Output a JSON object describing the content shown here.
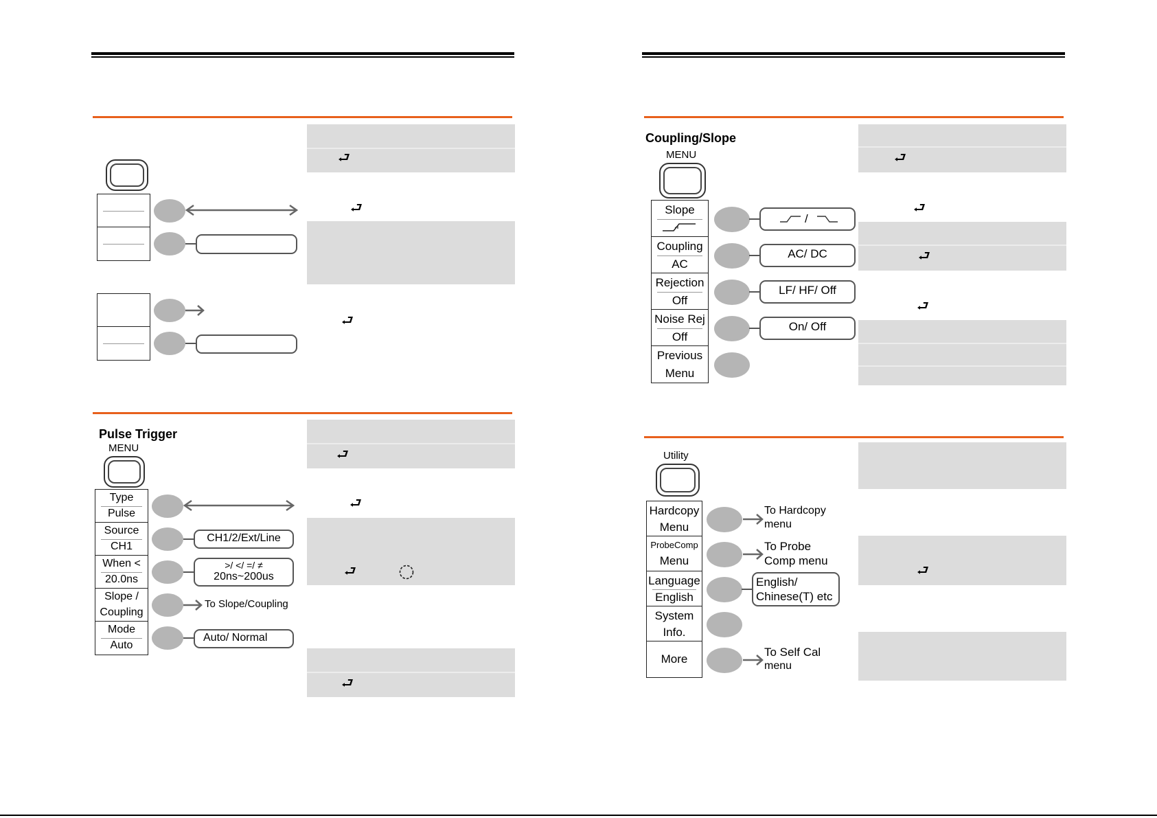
{
  "left_page": {
    "section1": {
      "return_icon": "return-arrow-icon"
    },
    "section2": {
      "title": "Pulse Trigger",
      "button_label": "MENU",
      "menu": [
        {
          "line1": "Type",
          "line2": "Pulse"
        },
        {
          "line1": "Source",
          "line2": "CH1"
        },
        {
          "line1": "When <",
          "line2": "20.0ns"
        },
        {
          "line1": "Slope /",
          "line2": "Coupling"
        },
        {
          "line1": "Mode",
          "line2": "Auto"
        }
      ],
      "options": {
        "source": "CH1/2/Ext/Line",
        "when_line1": ">/ </ =/ ≠",
        "when_line2": "20ns~200us",
        "slope": "To Slope/Coupling",
        "mode": "Auto/ Normal"
      }
    }
  },
  "right_page": {
    "section1": {
      "title": "Coupling/Slope",
      "button_label": "MENU",
      "menu": [
        {
          "line1": "Slope",
          "line2": ""
        },
        {
          "line1": "Coupling",
          "line2": "AC"
        },
        {
          "line1": "Rejection",
          "line2": "Off"
        },
        {
          "line1": "Noise Rej",
          "line2": "Off"
        },
        {
          "line1": "Previous",
          "line2": "Menu"
        }
      ],
      "options": {
        "slope": "/",
        "coupling": "AC/ DC",
        "rejection": "LF/ HF/ Off",
        "noise": "On/ Off"
      }
    },
    "section2": {
      "button_label": "Utility",
      "menu": [
        {
          "line1": "Hardcopy",
          "line2": "Menu"
        },
        {
          "line1": "ProbeComp",
          "line2": "Menu"
        },
        {
          "line1": "Language",
          "line2": "English"
        },
        {
          "line1": "System",
          "line2": "Info."
        },
        {
          "line1": "More",
          "line2": ""
        }
      ],
      "options": {
        "hardcopy_l1": "To Hardcopy",
        "hardcopy_l2": "menu",
        "probe_l1": "To Probe",
        "probe_l2": "Comp menu",
        "language_l1": "English/",
        "language_l2": "Chinese(T) etc",
        "more_l1": "To Self Cal",
        "more_l2": "menu"
      }
    }
  }
}
